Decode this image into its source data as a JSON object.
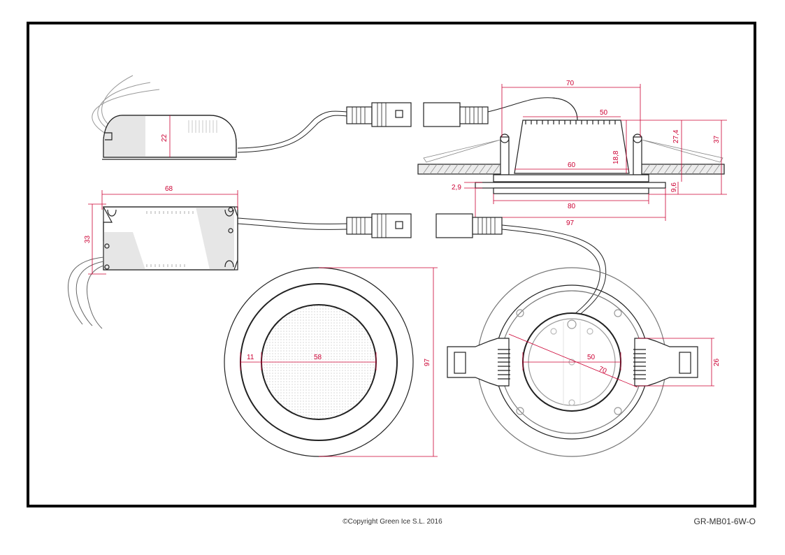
{
  "footer": {
    "copyright": "©Copyright Green Ice S.L. 2016",
    "part_number": "GR-MB01-6W-O"
  },
  "colors": {
    "dimension": "#cc0033",
    "line": "#222222",
    "frame": "#000000",
    "shade": "#e6e6e6"
  },
  "dimensions": {
    "driver_side_height": "22",
    "driver_top_length": "68",
    "driver_top_width": "33",
    "side_total_width": "70",
    "side_top_width": "50",
    "side_inner_width": "60",
    "side_body_height": "18,8",
    "side_height_a": "27,4",
    "side_height_total": "37",
    "side_bezel_thickness": "2,9",
    "side_bezel_height": "9,6",
    "side_cutout": "80",
    "side_overall": "97",
    "front_bezel_rim": "11",
    "front_lens_diameter": "58",
    "front_outer_diameter": "97",
    "back_inner_diameter": "50",
    "back_diagonal": "70",
    "back_clip_width": "26"
  }
}
